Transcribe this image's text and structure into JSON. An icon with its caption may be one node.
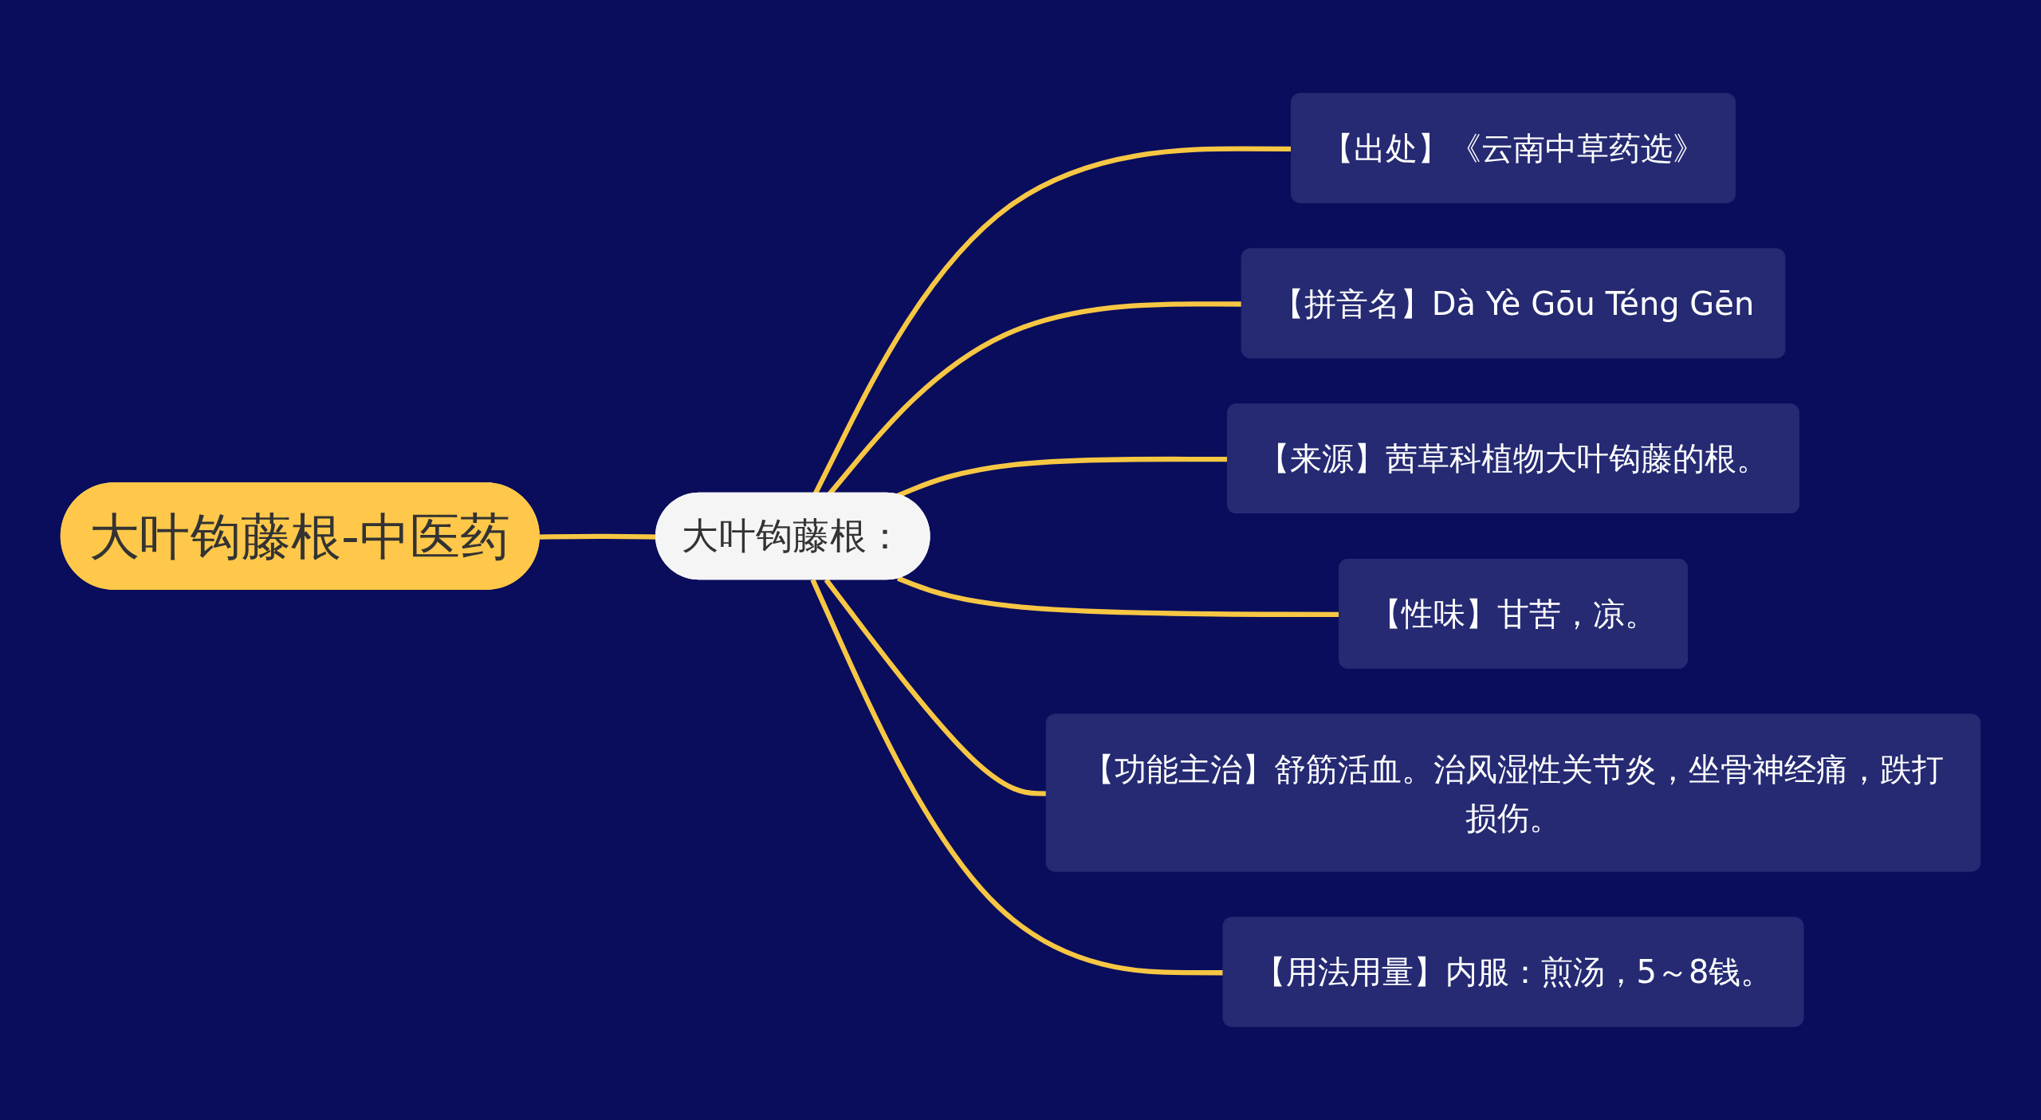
{
  "diagram": {
    "nodes": [
      {
        "text": [
          "大叶钩藤根-中医药"
        ]
      },
      {
        "text": [
          "大叶钩藤根："
        ]
      },
      {
        "text": [
          "【出处】《云南中草药选》"
        ]
      },
      {
        "text": [
          "【拼音名】Dà Yè Gōu Téng Gēn"
        ]
      },
      {
        "text": [
          "【来源】茜草科植物大叶钩藤的根。"
        ]
      },
      {
        "text": [
          "【性味】甘苦，凉。"
        ]
      },
      {
        "text": [
          "【功能主治】舒筋活血。治风湿性关节炎，坐骨神经痛，跌打损伤。"
        ]
      },
      {
        "text": [
          "【用法用量】内服：煎汤，5～8钱。"
        ]
      }
    ],
    "edges": [
      {
        "from": 0,
        "to": 1,
        "arrow": "none"
      },
      {
        "from": 1,
        "to": 2,
        "arrow": "none"
      },
      {
        "from": 1,
        "to": 3,
        "arrow": "none"
      },
      {
        "from": 1,
        "to": 4,
        "arrow": "none"
      },
      {
        "from": 1,
        "to": 5,
        "arrow": "none"
      },
      {
        "from": 1,
        "to": 6,
        "arrow": "none"
      },
      {
        "from": 1,
        "to": 7,
        "arrow": "none"
      }
    ]
  }
}
